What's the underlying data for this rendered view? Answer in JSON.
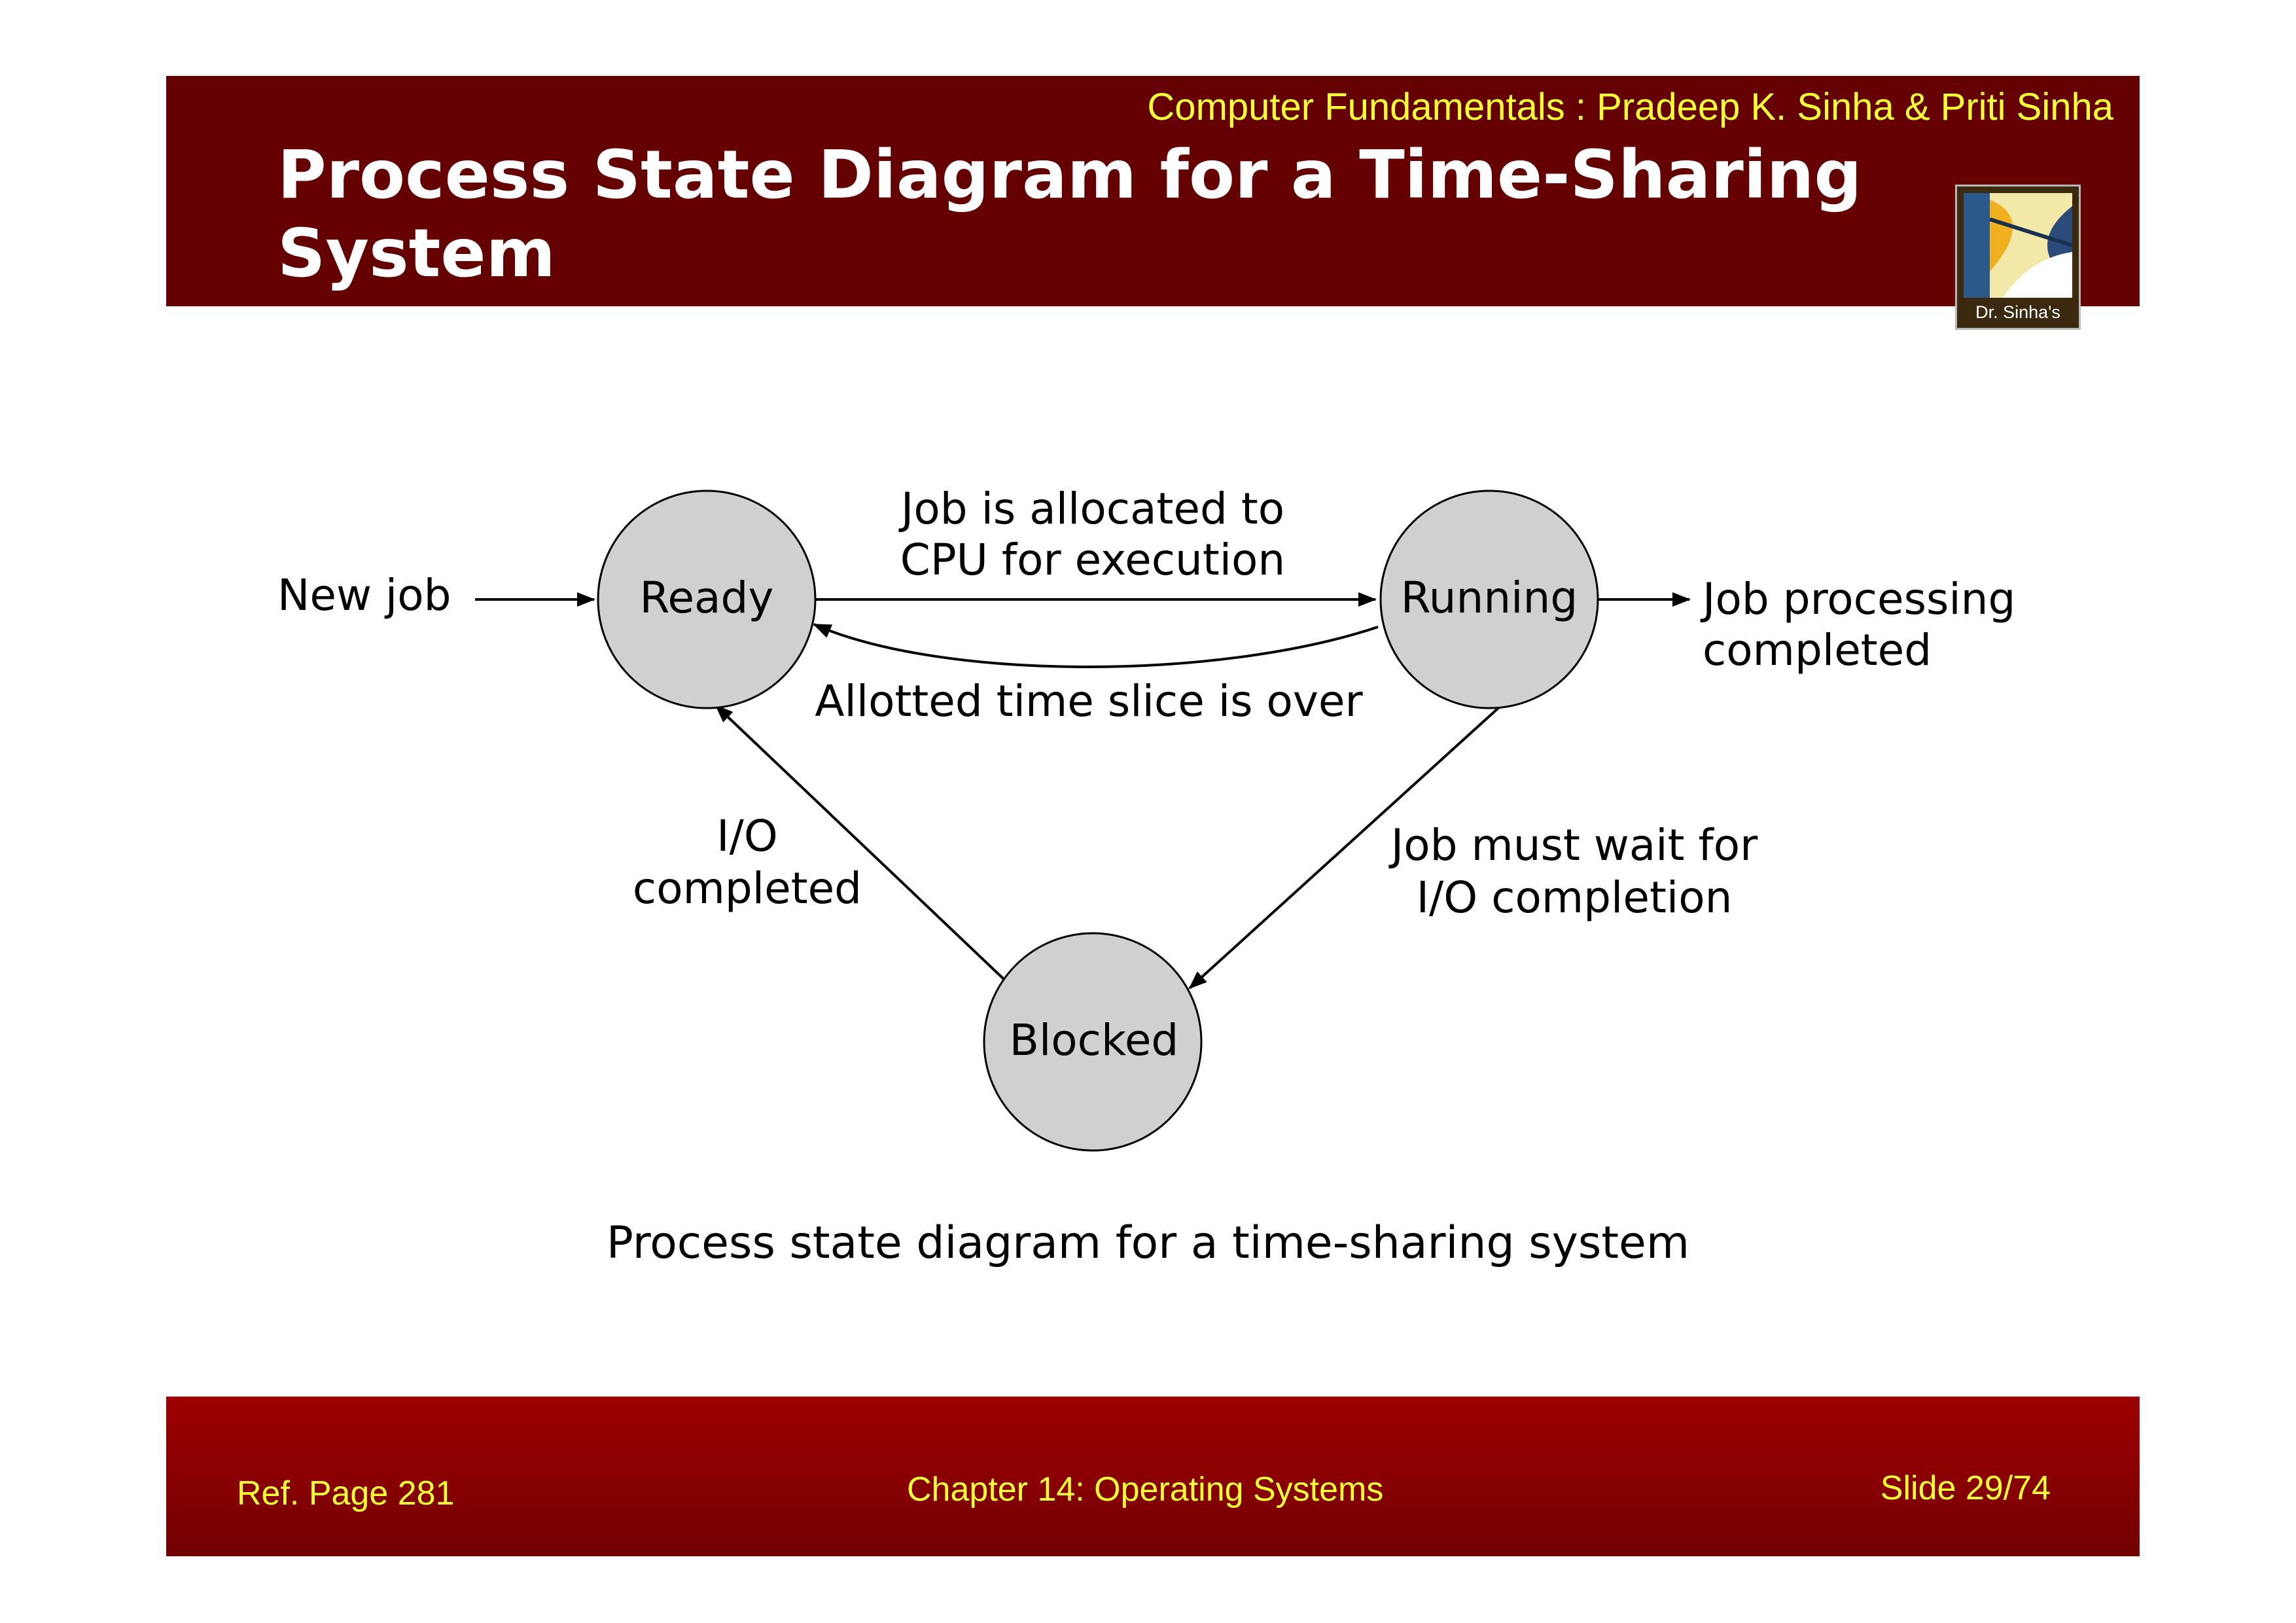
{
  "header": {
    "reference": "Computer Fundamentals : Pradeep K. Sinha & Priti Sinha",
    "title": "Process State Diagram for a Time-Sharing System",
    "logo_text": "Dr. Sinha's"
  },
  "diagram": {
    "states": {
      "ready": "Ready",
      "running": "Running",
      "blocked": "Blocked"
    },
    "labels": {
      "new_job": "New job",
      "allocated_line1": "Job is allocated to",
      "allocated_line2": "CPU for execution",
      "time_slice": "Allotted time slice is over",
      "completed_line1": "Job processing",
      "completed_line2": "completed",
      "io_done_line1": "I/O",
      "io_done_line2": "completed",
      "wait_line1": "Job must wait for",
      "wait_line2": "I/O completion"
    },
    "state_fill": "#d0d0d0"
  },
  "caption": "Process state diagram for a time-sharing system",
  "footer": {
    "ref_page": "Ref. Page  281",
    "chapter": "Chapter 14: Operating Systems",
    "slide": "Slide 29/74"
  },
  "colors": {
    "header_bg": "#650000",
    "footer_bg": "#8a0000",
    "accent_text": "#ffff33"
  }
}
